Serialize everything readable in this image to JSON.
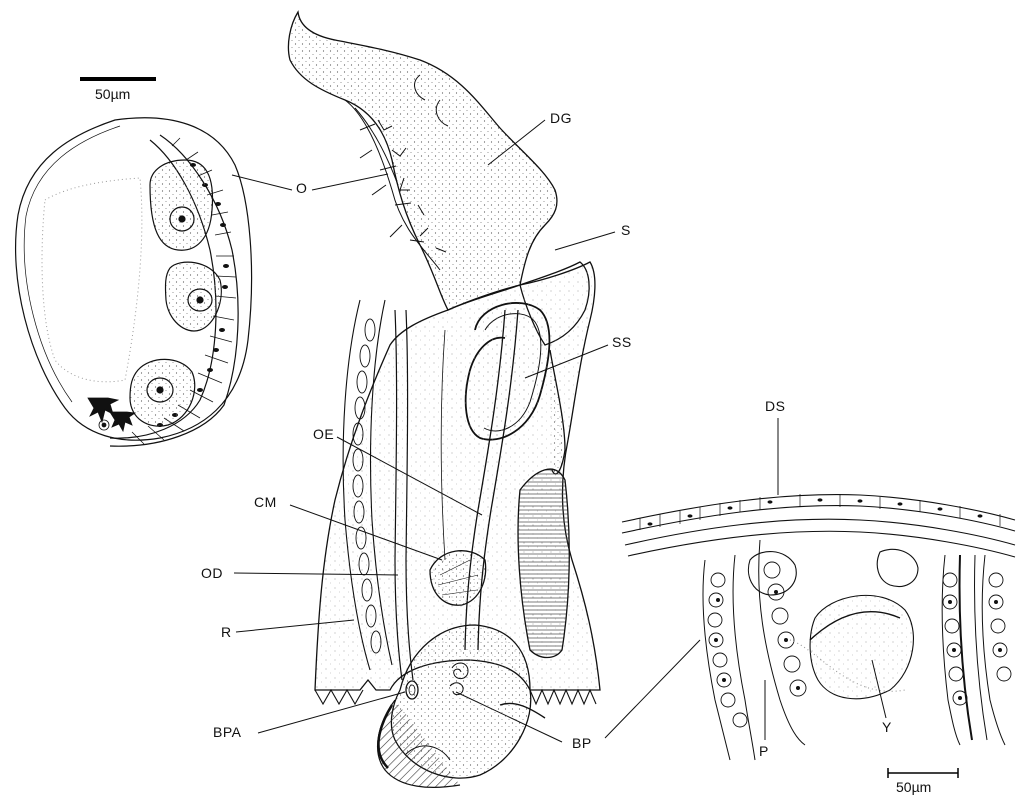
{
  "labels": {
    "O": "O",
    "DG": "DG",
    "S": "S",
    "SS": "SS",
    "DS": "DS",
    "OE": "OE",
    "CM": "CM",
    "OD": "OD",
    "R": "R",
    "BPA": "BPA",
    "BP": "BP",
    "P": "P",
    "Y": "Y"
  },
  "scale_bars": {
    "top_left": "50µm",
    "bottom_right": "50µm"
  }
}
